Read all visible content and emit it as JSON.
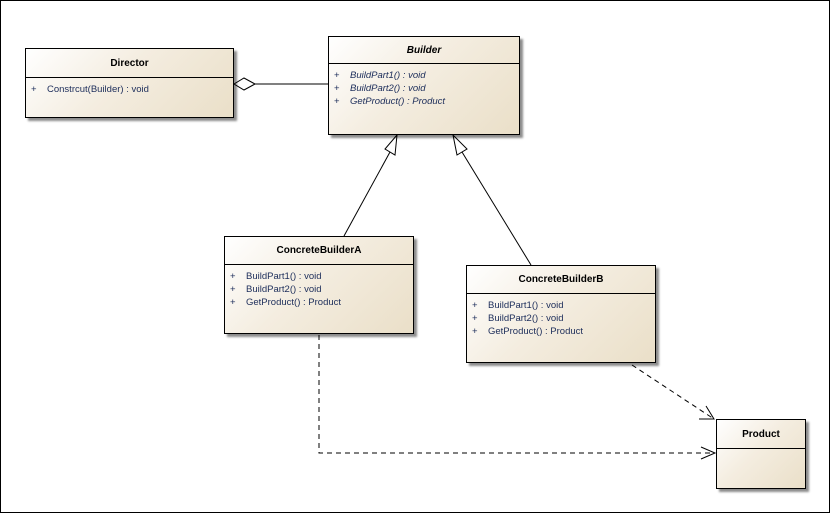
{
  "diagram": {
    "classes": [
      {
        "id": "director",
        "name": "Director",
        "abstract": false,
        "operations": [
          {
            "visibility": "+",
            "signature": "Constrcut(Builder) : void"
          }
        ]
      },
      {
        "id": "builder",
        "name": "Builder",
        "abstract": true,
        "operations": [
          {
            "visibility": "+",
            "signature": "BuildPart1() : void"
          },
          {
            "visibility": "+",
            "signature": "BuildPart2() : void"
          },
          {
            "visibility": "+",
            "signature": "GetProduct() : Product"
          }
        ]
      },
      {
        "id": "concrete-builder-a",
        "name": "ConcreteBuilderA",
        "abstract": false,
        "operations": [
          {
            "visibility": "+",
            "signature": "BuildPart1() : void"
          },
          {
            "visibility": "+",
            "signature": "BuildPart2() : void"
          },
          {
            "visibility": "+",
            "signature": "GetProduct() : Product"
          }
        ]
      },
      {
        "id": "concrete-builder-b",
        "name": "ConcreteBuilderB",
        "abstract": false,
        "operations": [
          {
            "visibility": "+",
            "signature": "BuildPart1() : void"
          },
          {
            "visibility": "+",
            "signature": "BuildPart2() : void"
          },
          {
            "visibility": "+",
            "signature": "GetProduct() : Product"
          }
        ]
      },
      {
        "id": "product",
        "name": "Product",
        "abstract": false,
        "operations": []
      }
    ],
    "relationships": [
      {
        "type": "aggregation",
        "from": "Director",
        "to": "Builder"
      },
      {
        "type": "generalization",
        "from": "ConcreteBuilderA",
        "to": "Builder"
      },
      {
        "type": "generalization",
        "from": "ConcreteBuilderB",
        "to": "Builder"
      },
      {
        "type": "dependency",
        "from": "ConcreteBuilderA",
        "to": "Product"
      },
      {
        "type": "dependency",
        "from": "ConcreteBuilderB",
        "to": "Product"
      }
    ],
    "colors": {
      "class_fill": "#f4ede0",
      "class_border": "#000000",
      "operation_text": "#1c2d5a",
      "line": "#000000"
    }
  }
}
